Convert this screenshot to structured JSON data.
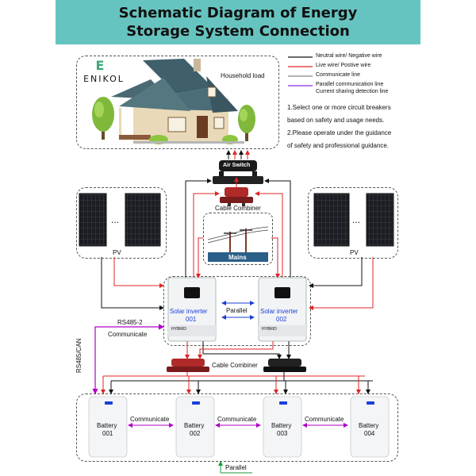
{
  "title": {
    "line1": "Schematic Diagram of Energy",
    "line2": "Storage System Connection"
  },
  "brand": {
    "logo_letter": "E",
    "name": "ENIKOL"
  },
  "household": {
    "label": "Household load"
  },
  "legend": [
    {
      "color": "#111111",
      "text": "Neutral wire/ Negative wire"
    },
    {
      "color": "#e02424",
      "text": "Live wire/ Postive wire"
    },
    {
      "color": "#888888",
      "text": "Communicate line"
    },
    {
      "color": "#8a2be2",
      "text": "Parallel communication line"
    },
    {
      "color": "#8a2be2",
      "text": "Current sharing detection line"
    }
  ],
  "notes": [
    "1.Select one or more circuit breakers",
    "based on safety and usage needs.",
    "2.Please operate under the guidance",
    "of safety and professional guidance."
  ],
  "components": {
    "air_switch": "Air Switch",
    "cable_combiner_top": "Cable Combiner",
    "mains": "Mains",
    "pv_left": "PV",
    "pv_right": "PV",
    "pv_dots": "...",
    "parallel": "Parallel",
    "cable_combiner_bottom": "Cable Combiner",
    "rs485_2": "RS485-2",
    "communicate": "Communicate",
    "rs485_can": "RS485/CAN",
    "parallel_bottom": "Parallel",
    "inverter_brand": "HYBRID"
  },
  "inverters": [
    {
      "label": "Solar inverter",
      "id": "001"
    },
    {
      "label": "Solar inverter",
      "id": "002"
    }
  ],
  "batteries": [
    {
      "label": "Battery",
      "id": "001"
    },
    {
      "label": "Battery",
      "id": "002"
    },
    {
      "label": "Battery",
      "id": "003"
    },
    {
      "label": "Battery",
      "id": "004"
    }
  ],
  "battery_links": [
    "Communicate",
    "Communicate",
    "Communicate"
  ]
}
